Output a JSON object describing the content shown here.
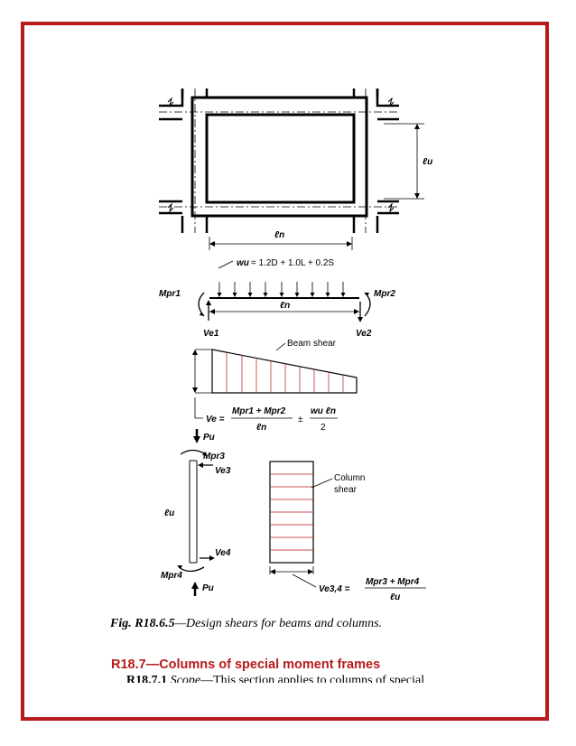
{
  "figure": {
    "frame_lu": "ℓu",
    "frame_ln": "ℓn",
    "load": {
      "wu": "wu",
      "equation": "= 1.2D + 1.0L + 0.2S",
      "mpr1": "Mpr1",
      "mpr2": "Mpr2",
      "ln": "ℓn",
      "ve1": "Ve1",
      "ve2": "Ve2"
    },
    "beam_shear_label": "Beam shear",
    "ve_formula": {
      "lhs": "Ve =",
      "numerator": "Mpr1 + Mpr2",
      "denominator": "ℓn",
      "pm": "±",
      "num2": "wu ℓn",
      "den2": "2"
    },
    "column": {
      "pu_top": "Pu",
      "mpr3": "Mpr3",
      "ve3": "Ve3",
      "lu": "ℓu",
      "ve4": "Ve4",
      "mpr4": "Mpr4",
      "pu_bottom": "Pu"
    },
    "column_shear_label": [
      "Column",
      "shear"
    ],
    "ve34_formula": {
      "lhs": "Ve3,4 =",
      "numerator": "Mpr3 + Mpr4",
      "denominator": "ℓu"
    }
  },
  "caption": {
    "number": "Fig. R18.6.5",
    "text": "—Design shears for beams and columns."
  },
  "section_heading": "R18.7—Columns of special moment frames",
  "body": {
    "number": "R18.7.1",
    "scope": "Scope",
    "text": "—This section applies to columns of special"
  },
  "colors": {
    "border": "#b81b1b",
    "heading": "#b81b1b",
    "shear_lines": "#b81b1b"
  }
}
